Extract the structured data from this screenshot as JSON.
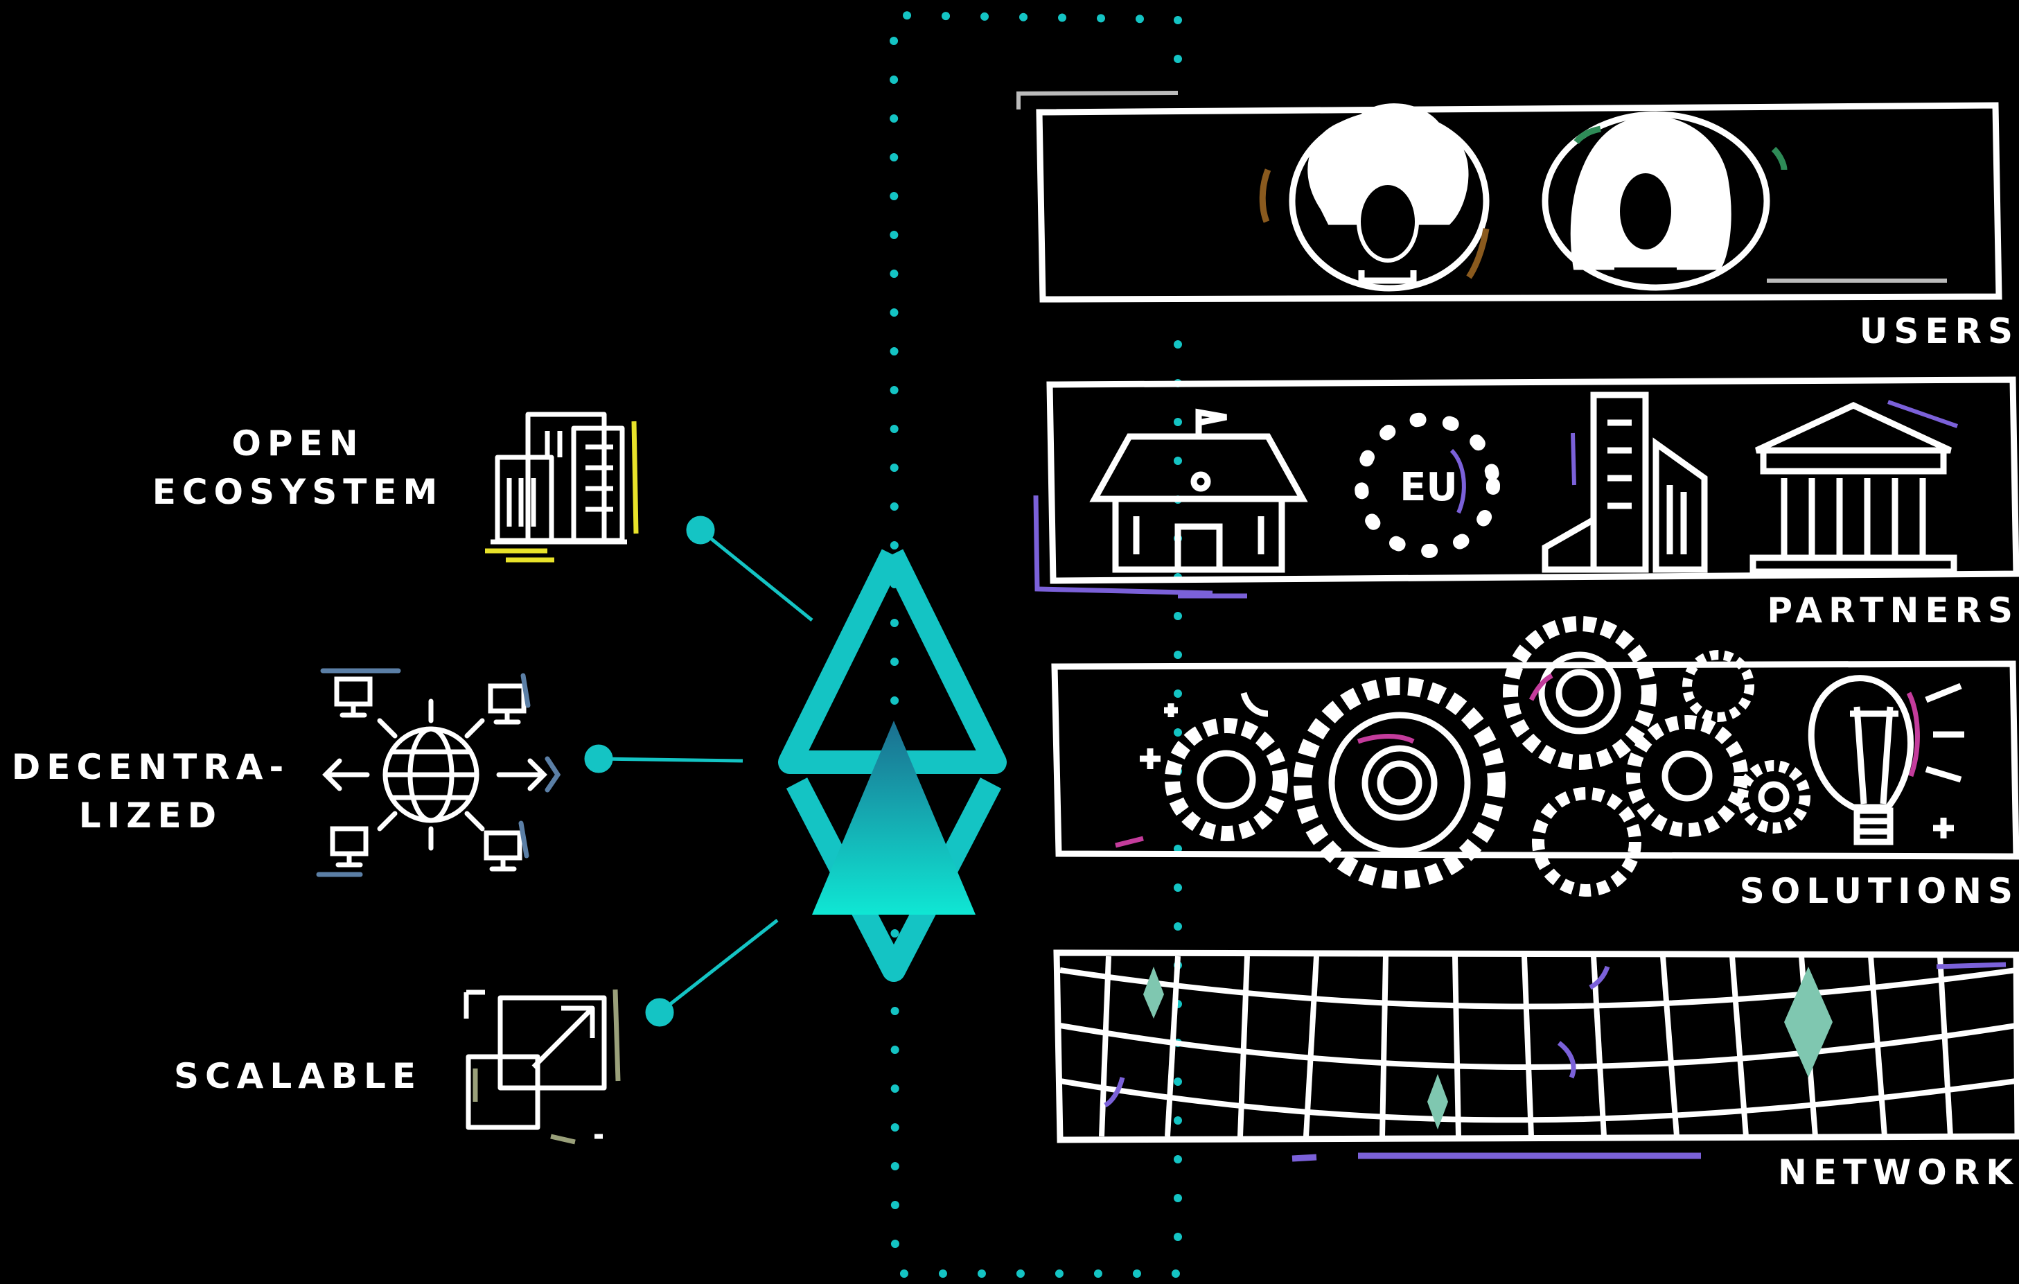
{
  "left_features": [
    {
      "lines": [
        "OPEN",
        "ECOSYSTEM"
      ],
      "icon": "buildings-icon",
      "accent": "#E8E22A"
    },
    {
      "lines": [
        "DECENTRA-",
        "LIZED"
      ],
      "icon": "globe-network-icon",
      "accent": "#5B7FA6"
    },
    {
      "lines": [
        "SCALABLE"
      ],
      "icon": "scale-arrow-icon",
      "accent": "#9AA07A"
    }
  ],
  "right_panels": [
    {
      "label": "USERS",
      "icons": [
        "user-woman-curly-icon",
        "user-woman-long-hair-icon"
      ]
    },
    {
      "label": "PARTNERS",
      "icons": [
        "school-building-icon",
        "eu-flag-icon",
        "skyscrapers-icon",
        "government-building-icon"
      ],
      "eu_text": "EU"
    },
    {
      "label": "SOLUTIONS",
      "icons": [
        "gears-icon",
        "lightbulb-icon"
      ]
    },
    {
      "label": "NETWORK",
      "icons": [
        "network-mesh-icon"
      ]
    }
  ],
  "colors": {
    "background": "#000000",
    "line": "#FFFFFF",
    "teal": "#14C4C4",
    "teal_light": "#0FE7D4",
    "teal_dark": "#1B6E8F",
    "purple": "#7B61D9",
    "magenta": "#C43C9C",
    "brown": "#8A5A1E",
    "green": "#2E8B57",
    "mint": "#7FC7B0"
  }
}
